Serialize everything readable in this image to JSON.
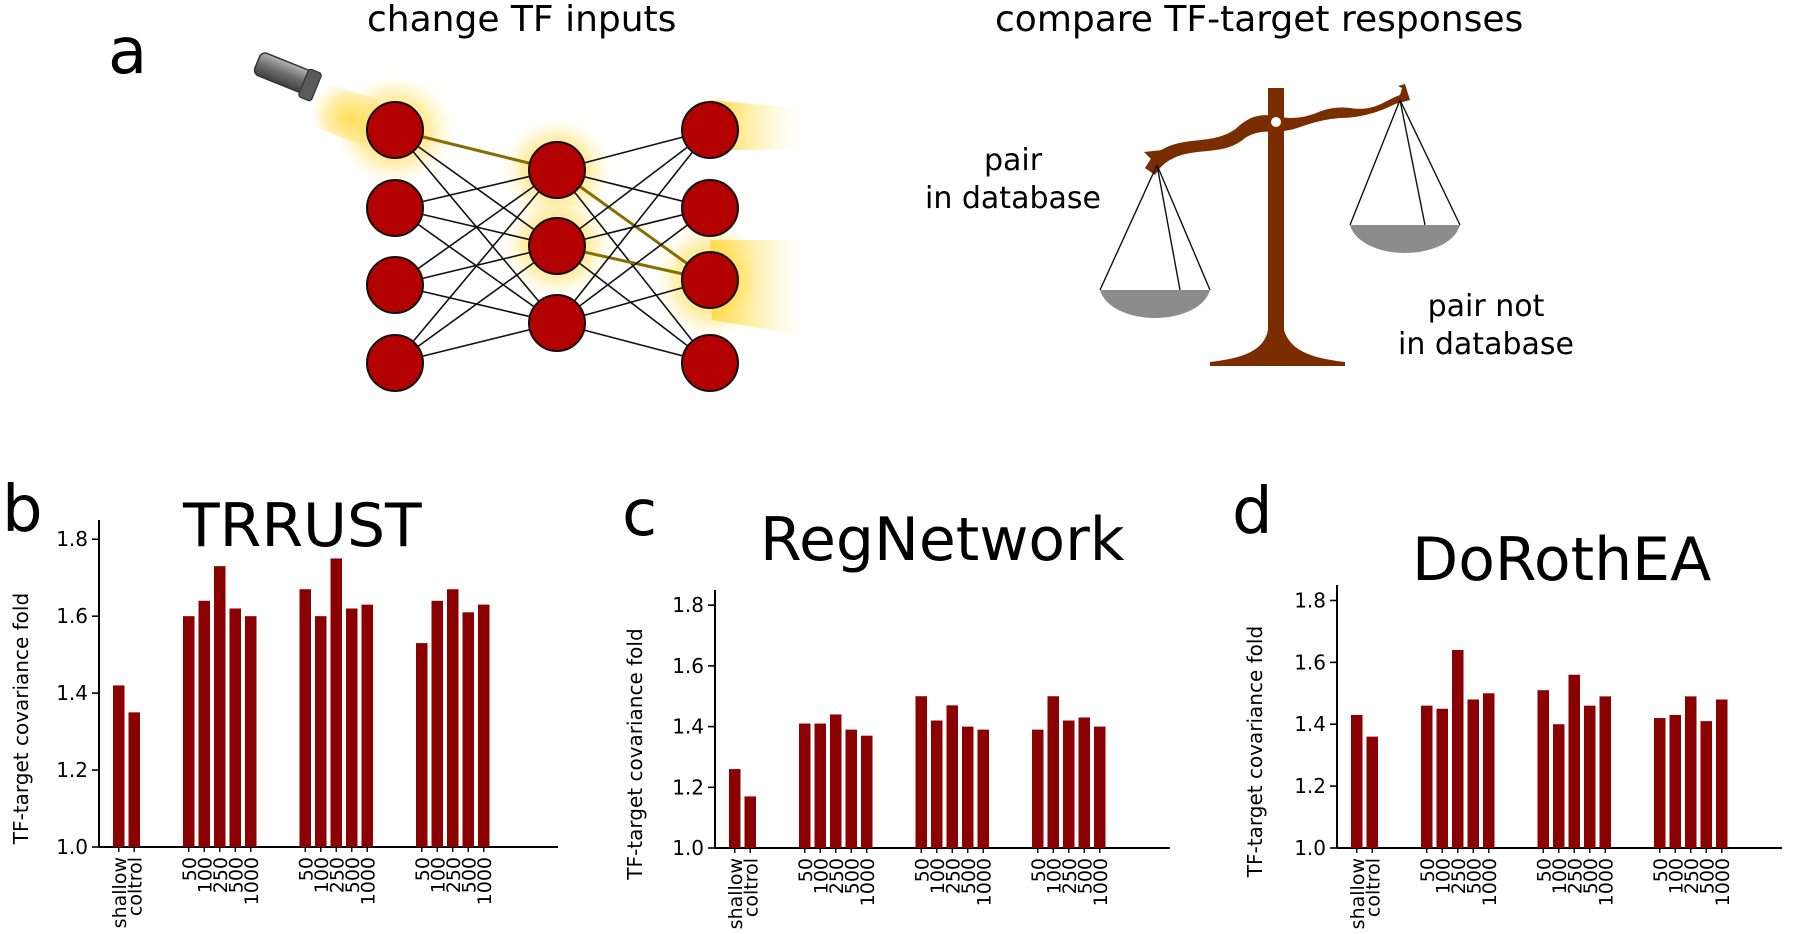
{
  "panel_a": {
    "letter": "a",
    "left_title": "change TF inputs",
    "right_title": "compare TF-target responses",
    "left_pan_label": "pair\nin database",
    "right_pan_label": "pair not\nin database"
  },
  "colors": {
    "bar": "#8b0000",
    "neuron": "#b30000",
    "scale": "#7a2e00",
    "pan": "#8c8c8c",
    "glow": "#ffd21f"
  },
  "chart_data": [
    {
      "letter": "b",
      "type": "bar",
      "title": "TRRUST",
      "ylabel": "TF-target covariance fold",
      "ylim": [
        1.0,
        1.85
      ],
      "yticks": [
        "1.0",
        "1.2",
        "1.4",
        "1.6",
        "1.8"
      ],
      "groups": [
        {
          "categories": [
            "shallow",
            "coltrol"
          ],
          "values": [
            1.42,
            1.35
          ]
        },
        {
          "categories": [
            "50",
            "100",
            "250",
            "500",
            "1000"
          ],
          "values": [
            1.6,
            1.64,
            1.73,
            1.62,
            1.6
          ]
        },
        {
          "categories": [
            "50",
            "100",
            "250",
            "500",
            "1000"
          ],
          "values": [
            1.67,
            1.6,
            1.75,
            1.62,
            1.63
          ]
        },
        {
          "categories": [
            "50",
            "100",
            "250",
            "500",
            "1000"
          ],
          "values": [
            1.53,
            1.64,
            1.67,
            1.61,
            1.63
          ]
        }
      ]
    },
    {
      "letter": "c",
      "type": "bar",
      "title": "RegNetwork",
      "ylabel": "TF-target covariance fold",
      "ylim": [
        1.0,
        1.85
      ],
      "yticks": [
        "1.0",
        "1.2",
        "1.4",
        "1.6",
        "1.8"
      ],
      "groups": [
        {
          "categories": [
            "shallow",
            "coltrol"
          ],
          "values": [
            1.26,
            1.17
          ]
        },
        {
          "categories": [
            "50",
            "100",
            "250",
            "500",
            "1000"
          ],
          "values": [
            1.41,
            1.41,
            1.44,
            1.39,
            1.37
          ]
        },
        {
          "categories": [
            "50",
            "100",
            "250",
            "500",
            "1000"
          ],
          "values": [
            1.5,
            1.42,
            1.47,
            1.4,
            1.39
          ]
        },
        {
          "categories": [
            "50",
            "100",
            "250",
            "500",
            "1000"
          ],
          "values": [
            1.39,
            1.5,
            1.42,
            1.43,
            1.4
          ]
        }
      ]
    },
    {
      "letter": "d",
      "type": "bar",
      "title": "DoRothEA",
      "ylabel": "TF-target covariance fold",
      "ylim": [
        1.0,
        1.85
      ],
      "yticks": [
        "1.0",
        "1.2",
        "1.4",
        "1.6",
        "1.8"
      ],
      "groups": [
        {
          "categories": [
            "shallow",
            "coltrol"
          ],
          "values": [
            1.43,
            1.36
          ]
        },
        {
          "categories": [
            "50",
            "100",
            "250",
            "500",
            "1000"
          ],
          "values": [
            1.46,
            1.45,
            1.64,
            1.48,
            1.5
          ]
        },
        {
          "categories": [
            "50",
            "100",
            "250",
            "500",
            "1000"
          ],
          "values": [
            1.51,
            1.4,
            1.56,
            1.46,
            1.49
          ]
        },
        {
          "categories": [
            "50",
            "100",
            "250",
            "500",
            "1000"
          ],
          "values": [
            1.42,
            1.43,
            1.49,
            1.41,
            1.48
          ]
        }
      ]
    }
  ]
}
